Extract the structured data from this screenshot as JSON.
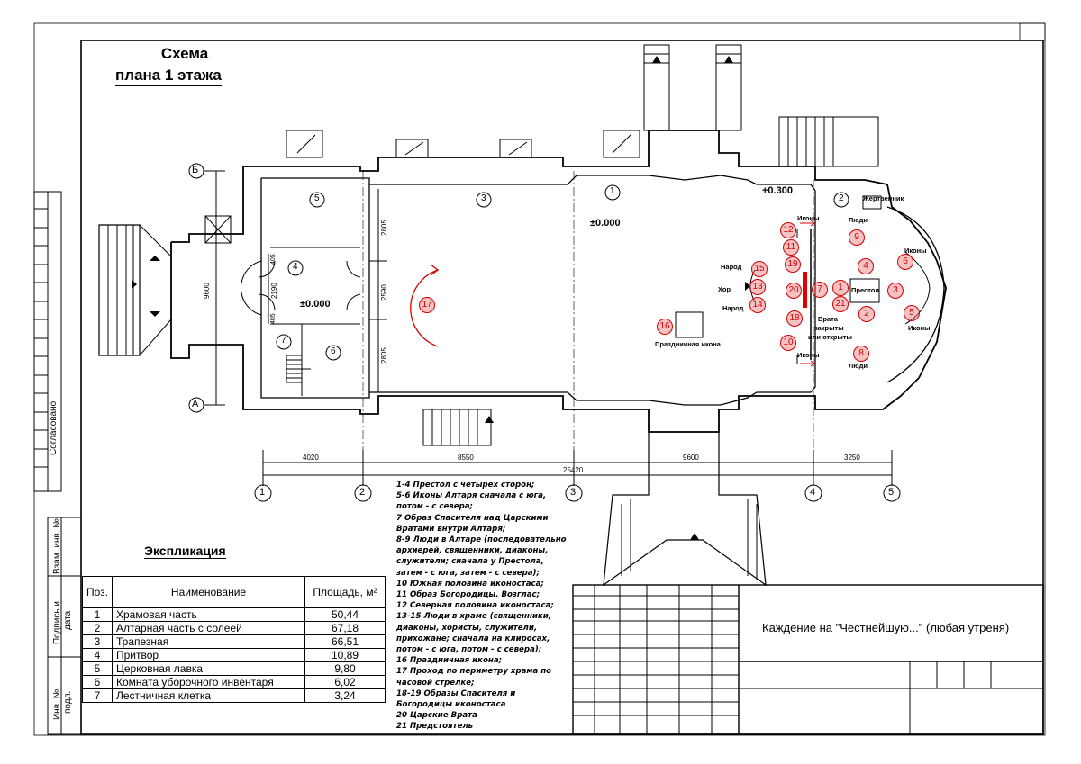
{
  "title": {
    "line1": "Схема",
    "line2": "плана 1 этажа"
  },
  "side_labels": {
    "approved": "Согласовано",
    "sig_date_a": "Подпись и",
    "sig_date_b": "дата",
    "inv_a": "Инв. №",
    "inv_b": "подл.",
    "vzam": "Взам. инв. №"
  },
  "axes": {
    "row_top": "Б",
    "row_bottom": "А",
    "cols": [
      "1",
      "2",
      "3",
      "4",
      "5"
    ]
  },
  "dims": {
    "d1": "4020",
    "d2": "8550",
    "d3": "9600",
    "d4": "3250",
    "total": "25420",
    "height_left": "9600",
    "h2805a": "2805",
    "h2590": "2590",
    "h2805b": "2805",
    "h2190": "2190",
    "h405a": "405",
    "h405b": "405"
  },
  "levels": {
    "main": "±0.000",
    "narthex": "±0.000",
    "altar": "+0.300"
  },
  "rooms": [
    "1",
    "2",
    "3",
    "4",
    "5",
    "6",
    "7"
  ],
  "plan_labels": {
    "zhertvennik": "Жертвенник",
    "lyudi_top": "Люди",
    "lyudi_bottom": "Люди",
    "ikony_top": "Иконы",
    "ikony_right_top": "Иконы",
    "ikony_right_bottom": "Иконы",
    "ikony_bottom": "Иконы",
    "prestol": "Престол",
    "vrata1": "Врата",
    "vrata2": "закрыты",
    "vrata3": "или открыты",
    "narod_top": "Народ",
    "hor": "Хор",
    "narod_bottom": "Народ",
    "prazdn": "Праздничная икона"
  },
  "markers": [
    "1",
    "2",
    "3",
    "4",
    "5",
    "6",
    "7",
    "8",
    "9",
    "10",
    "11",
    "12",
    "13",
    "14",
    "15",
    "16",
    "17",
    "18",
    "19",
    "20",
    "21"
  ],
  "legend": [
    "1-4 Престол с четырех сторон;",
    "5-6 Иконы Алтаря сначала с юга, потом - с севера;",
    "7 Образ Спасителя над Царскими Вратами внутри Алтаря;",
    "8-9 Люди в Алтаре (последовательно архиерей, священники, диаконы, служители; сначала у Престола, затем - с юга, затем - с севера);",
    "10 Южная половина иконостаса;",
    "11 Образ Богородицы. Возглас;",
    "12 Северная половина иконостаса;",
    "13-15 Люди в храме (священники, диаконы, хористы, служители, прихожане; сначала на клиросах, потом - с юга, потом - с севера);",
    "16 Праздничная икона;",
    "17 Проход по периметру храма по часовой стрелке;",
    "18-19 Образы Спасителя и Богородицы иконостаса",
    "20 Царские Врата",
    "21 Предстоятель"
  ],
  "explication": {
    "title": "Экспликация",
    "headers": {
      "pos": "Поз.",
      "name": "Наименование",
      "area": "Площадь, м²"
    },
    "rows": [
      {
        "pos": "1",
        "name": "Храмовая часть",
        "area": "50,44"
      },
      {
        "pos": "2",
        "name": "Алтарная часть с солеей",
        "area": "67,18"
      },
      {
        "pos": "3",
        "name": "Трапезная",
        "area": "66,51"
      },
      {
        "pos": "4",
        "name": "Притвор",
        "area": "10,89"
      },
      {
        "pos": "5",
        "name": "Церковная лавка",
        "area": "9,80"
      },
      {
        "pos": "6",
        "name": "Комната уборочного инвентаря",
        "area": "6,02"
      },
      {
        "pos": "7",
        "name": "Лестничная клетка",
        "area": "3,24"
      }
    ]
  },
  "stamp_title": "Каждение на \"Честнейшую...\" (любая утреня)",
  "colors": {
    "marker": "#d40000",
    "line": "#000000"
  }
}
